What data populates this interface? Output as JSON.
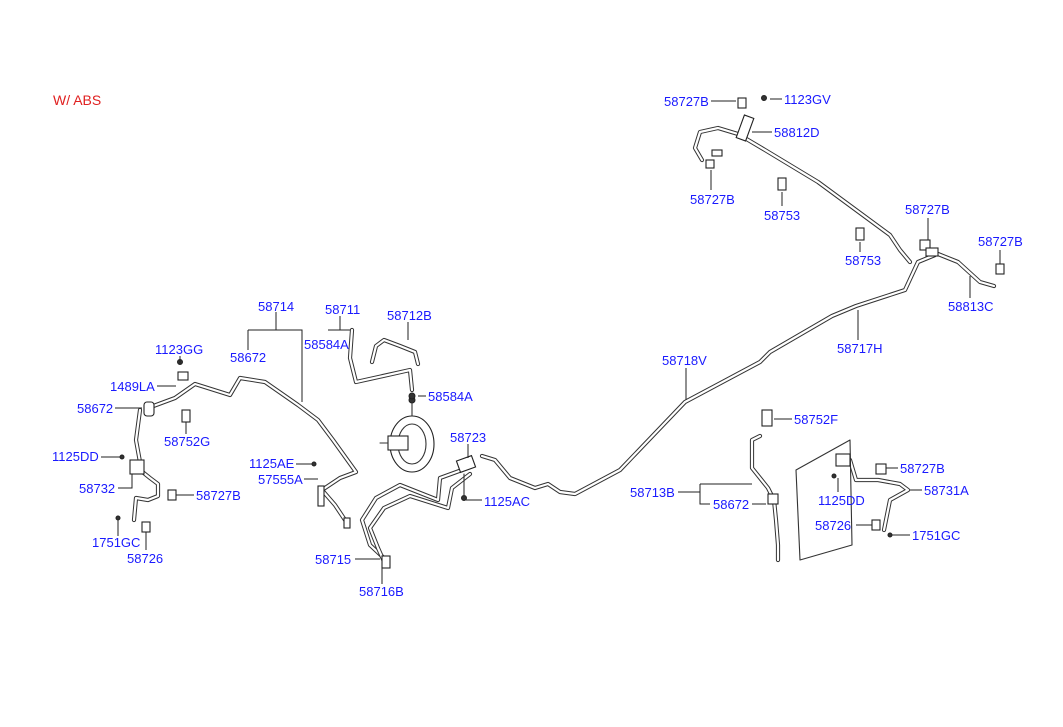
{
  "title": "W/ ABS",
  "labels": {
    "p58727B_top": "58727B",
    "p1123GV": "1123GV",
    "p58812D": "58812D",
    "p58727B_mid": "58727B",
    "p58753_top": "58753",
    "p58727B_r1": "58727B",
    "p58727B_r2": "58727B",
    "p58753_mid": "58753",
    "p58813C": "58813C",
    "p58717H": "58717H",
    "p58718V": "58718V",
    "p58714": "58714",
    "p58711": "58711",
    "p58712B": "58712B",
    "p58672_a": "58672",
    "p58584A_a": "58584A",
    "p58584A_b": "58584A",
    "p1123GG": "1123GG",
    "p1489LA": "1489LA",
    "p58672_b": "58672",
    "p58752G": "58752G",
    "p1125DD_l": "1125DD",
    "p58732": "58732",
    "p58727B_l": "58727B",
    "p1751GC_l": "1751GC",
    "p58726_l": "58726",
    "p1125AE": "1125AE",
    "p57555A": "57555A",
    "p58715": "58715",
    "p58716B": "58716B",
    "p58723": "58723",
    "p1125AC": "1125AC",
    "p58752F": "58752F",
    "p58713B": "58713B",
    "p58672_c": "58672",
    "p58727B_rr": "58727B",
    "p1125DD_r": "1125DD",
    "p58731A": "58731A",
    "p58726_r": "58726",
    "p1751GC_r": "1751GC"
  }
}
